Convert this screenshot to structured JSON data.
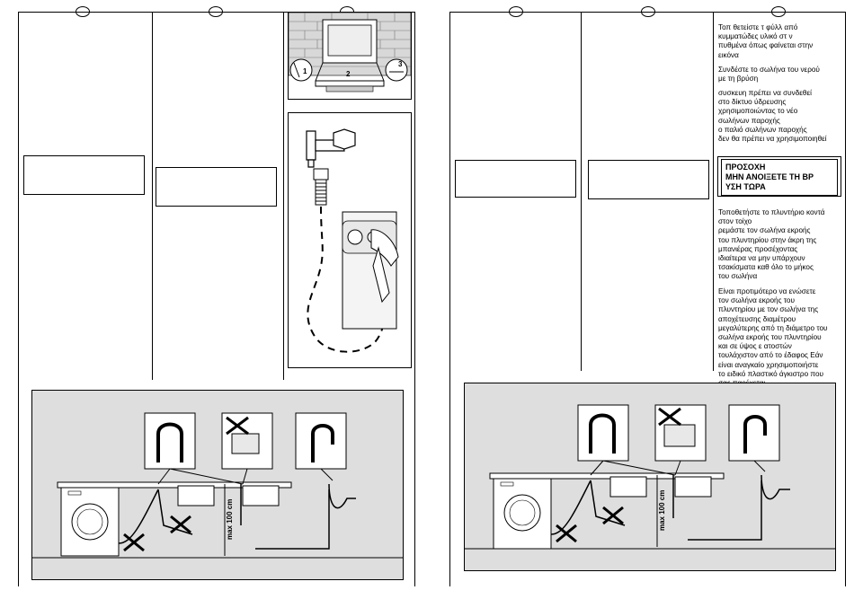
{
  "diagram": {
    "max_label": "max 100 cm"
  },
  "right_column": {
    "para1": "Τοπ θετείστε τ  φύλλ   από\n κυμματώδες υλικό  στ  ν\nπυθμένα  όπως φαίνεται στην\nεικόνα",
    "para2": "Συνδέστε το σωλήνα του νερού\nμε τη βρύση",
    "para3": "  συσκευη πρέπει να συνδεθεί\nστο δίκτυο ύδρευσης\nχρησιμοποιώντας το νέο\nσωλήνων παροχής\n ο παλιό     σωλήνων παροχής\nδεν θα πρέπει να χρησιμοποιηθεί",
    "warning_line1": "ΠΡΟΣΟΧΗ",
    "warning_line2": "ΜΗΝ ΑΝΟΙΞΕΤΕ ΤΗ ΒΡ",
    "warning_line3": "ΥΣΗ ΤΩΡΑ",
    "para4": "Τοποθετήστε το πλυντήριο κοντά\nστον τοίχο\n  ρεμάστε τον σωλήνα εκροής\nτου πλυντηρίου στην άκρη της\nμπανιέρας  προσέχοντας\nιδιαίτερα να μην υπάρχουν\nτσακίσματα καθ   όλο το μήκος\nτου σωλήνα",
    "para5": "Είναι προτιμότερο να ενώσετε\nτον σωλήνα εκροής του\nπλυντηρίου με τον σωλήνα της\nαποχέτευσης  διαμέτρου\nμεγαλύτερης από τη διάμετρο του\nσωλήνα εκροής του πλυντηρίου\nκαι σε ύψος     ε  ατοστών\nτουλάχιστον από το έδαφος  Εάν\nείναι αναγκαίο  χρησιμοποιήστε\nτο ειδικό πλαστικό άγκιστρο που\nσας παρέχεται"
  },
  "colors": {
    "panel_bg": "#dedede",
    "line": "#000000"
  }
}
